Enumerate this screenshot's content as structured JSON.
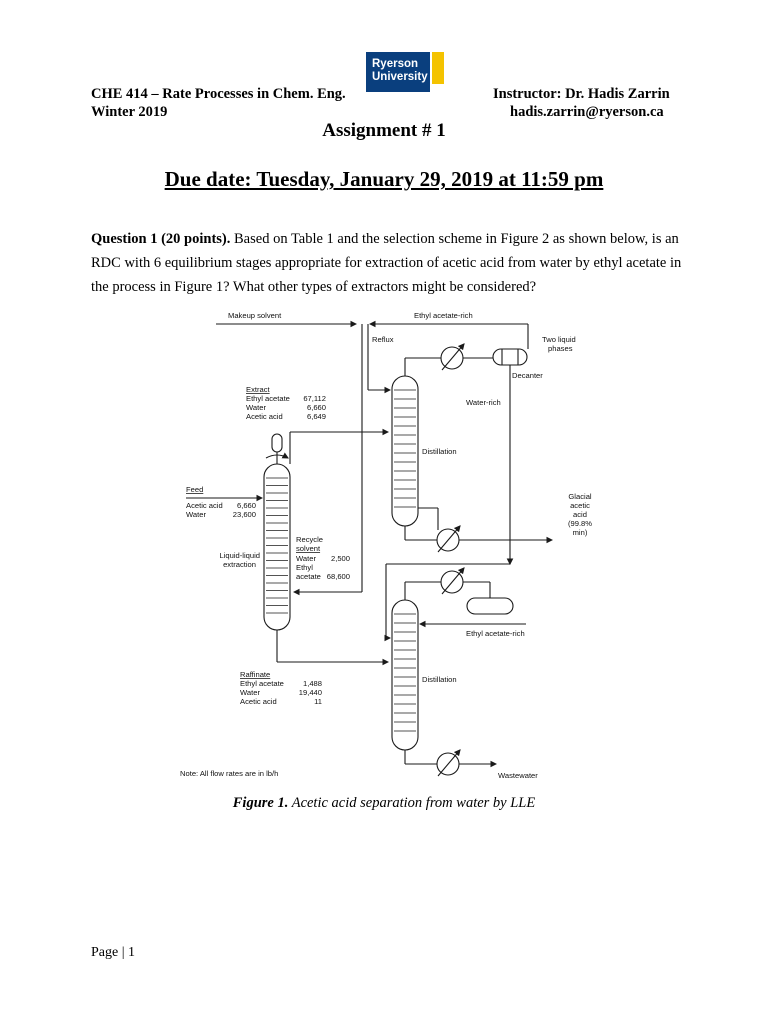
{
  "header": {
    "course": "CHE 414 – Rate Processes in Chem. Eng.",
    "term": "Winter 2019",
    "instructor": "Instructor: Dr. Hadis Zarrin",
    "email": "hadis.zarrin@ryerson.ca",
    "logo_line1": "Ryerson",
    "logo_line2": "University",
    "logo_color": "#0a3f7e",
    "logo_accent": "#f4c300"
  },
  "assignment_title": "Assignment # 1",
  "due_date": "Due date: Tuesday, January 29, 2019 at 11:59 pm",
  "question": {
    "label": "Question 1 (20 points).",
    "text": " Based on Table 1 and the selection scheme in Figure 2 as shown below, is an RDC with 6 equilibrium stages appropriate for extraction of acetic acid from water by ethyl acetate in the process in Figure 1? What other types of extractors might be considered?"
  },
  "figure": {
    "makeup_solvent": "Makeup solvent",
    "ethyl_acetate_rich_top": "Ethyl acetate-rich",
    "reflux": "Reflux",
    "two_liquid": "Two liquid",
    "phases": "phases",
    "decanter": "Decanter",
    "water_rich": "Water-rich",
    "extract": {
      "title": "Extract",
      "rows": [
        {
          "name": "Ethyl acetate",
          "value": "67,112"
        },
        {
          "name": "Water",
          "value": "6,660"
        },
        {
          "name": "Acetic acid",
          "value": "6,649"
        }
      ]
    },
    "distillation_upper": "Distillation",
    "feed": {
      "title": "Feed",
      "rows": [
        {
          "name": "Acetic acid",
          "value": "6,660"
        },
        {
          "name": "Water",
          "value": "23,600"
        }
      ]
    },
    "glacial": [
      "Glacial",
      "acetic",
      "acid",
      "(99.8%",
      "min)"
    ],
    "recycle": {
      "line1": "Recycle",
      "line2": "solvent",
      "water": "Water",
      "water_value": "2,500",
      "ethyl": "Ethyl",
      "acetate": "acetate",
      "acetate_value": "68,600"
    },
    "lle_line1": "Liquid-liquid",
    "lle_line2": "extraction",
    "ethyl_acetate_rich_bottom": "Ethyl acetate-rich",
    "raffinate": {
      "title": "Raffinate",
      "rows": [
        {
          "name": "Ethyl acetate",
          "value": "1,488"
        },
        {
          "name": "Water",
          "value": "19,440"
        },
        {
          "name": "Acetic acid",
          "value": "11"
        }
      ]
    },
    "distillation_lower": "Distillation",
    "note": "Note: All flow rates are in lb/h",
    "wastewater": "Wastewater"
  },
  "caption": {
    "label": "Figure 1.",
    "text": " Acetic acid separation from water by LLE"
  },
  "footer": "Page | 1"
}
